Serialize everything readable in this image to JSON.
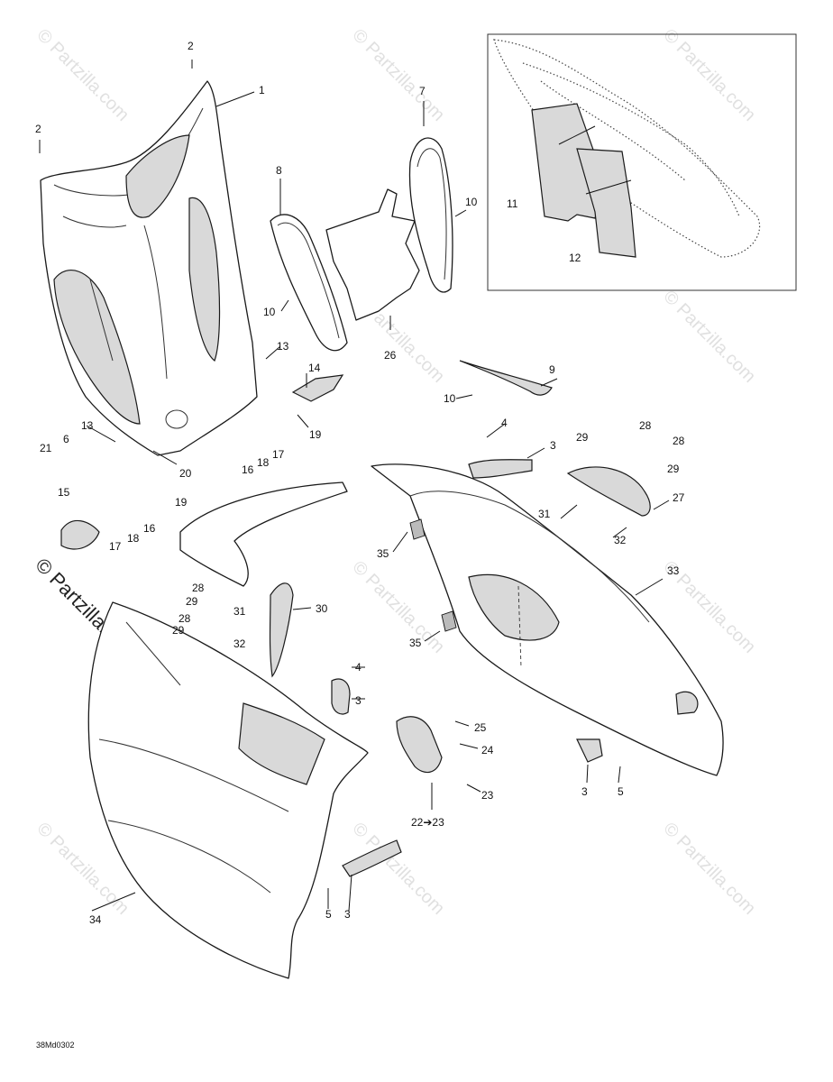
{
  "diagram": {
    "drawing_code": "38Md0302",
    "watermark": "© Partzilla.com",
    "watermark_side": "© Partzilla.com",
    "callouts": [
      {
        "id": "c-1",
        "label": "1"
      },
      {
        "id": "c-2a",
        "label": "2"
      },
      {
        "id": "c-2b",
        "label": "2"
      },
      {
        "id": "c-3a",
        "label": "3"
      },
      {
        "id": "c-3b",
        "label": "3"
      },
      {
        "id": "c-3c",
        "label": "3"
      },
      {
        "id": "c-3d",
        "label": "3"
      },
      {
        "id": "c-4a",
        "label": "4"
      },
      {
        "id": "c-4b",
        "label": "4"
      },
      {
        "id": "c-5a",
        "label": "5"
      },
      {
        "id": "c-5b",
        "label": "5"
      },
      {
        "id": "c-6",
        "label": "6"
      },
      {
        "id": "c-7",
        "label": "7"
      },
      {
        "id": "c-8",
        "label": "8"
      },
      {
        "id": "c-9",
        "label": "9"
      },
      {
        "id": "c-10a",
        "label": "10"
      },
      {
        "id": "c-10b",
        "label": "10"
      },
      {
        "id": "c-10c",
        "label": "10"
      },
      {
        "id": "c-11",
        "label": "11"
      },
      {
        "id": "c-12",
        "label": "12"
      },
      {
        "id": "c-13a",
        "label": "13"
      },
      {
        "id": "c-13b",
        "label": "13"
      },
      {
        "id": "c-14",
        "label": "14"
      },
      {
        "id": "c-15",
        "label": "15"
      },
      {
        "id": "c-16a",
        "label": "16"
      },
      {
        "id": "c-16b",
        "label": "16"
      },
      {
        "id": "c-17a",
        "label": "17"
      },
      {
        "id": "c-17b",
        "label": "17"
      },
      {
        "id": "c-18a",
        "label": "18"
      },
      {
        "id": "c-18b",
        "label": "18"
      },
      {
        "id": "c-19a",
        "label": "19"
      },
      {
        "id": "c-19b",
        "label": "19"
      },
      {
        "id": "c-20",
        "label": "20"
      },
      {
        "id": "c-21",
        "label": "21"
      },
      {
        "id": "c-22",
        "label": "22➔23"
      },
      {
        "id": "c-23",
        "label": "23"
      },
      {
        "id": "c-24",
        "label": "24"
      },
      {
        "id": "c-25",
        "label": "25"
      },
      {
        "id": "c-26",
        "label": "26"
      },
      {
        "id": "c-27",
        "label": "27"
      },
      {
        "id": "c-28a",
        "label": "28"
      },
      {
        "id": "c-28b",
        "label": "28"
      },
      {
        "id": "c-28c",
        "label": "28"
      },
      {
        "id": "c-28d",
        "label": "28"
      },
      {
        "id": "c-29a",
        "label": "29"
      },
      {
        "id": "c-29b",
        "label": "29"
      },
      {
        "id": "c-29c",
        "label": "29"
      },
      {
        "id": "c-29d",
        "label": "29"
      },
      {
        "id": "c-30",
        "label": "30"
      },
      {
        "id": "c-31a",
        "label": "31"
      },
      {
        "id": "c-31b",
        "label": "31"
      },
      {
        "id": "c-32a",
        "label": "32"
      },
      {
        "id": "c-32b",
        "label": "32"
      },
      {
        "id": "c-33",
        "label": "33"
      },
      {
        "id": "c-34",
        "label": "34"
      },
      {
        "id": "c-35a",
        "label": "35"
      },
      {
        "id": "c-35b",
        "label": "35"
      }
    ]
  }
}
